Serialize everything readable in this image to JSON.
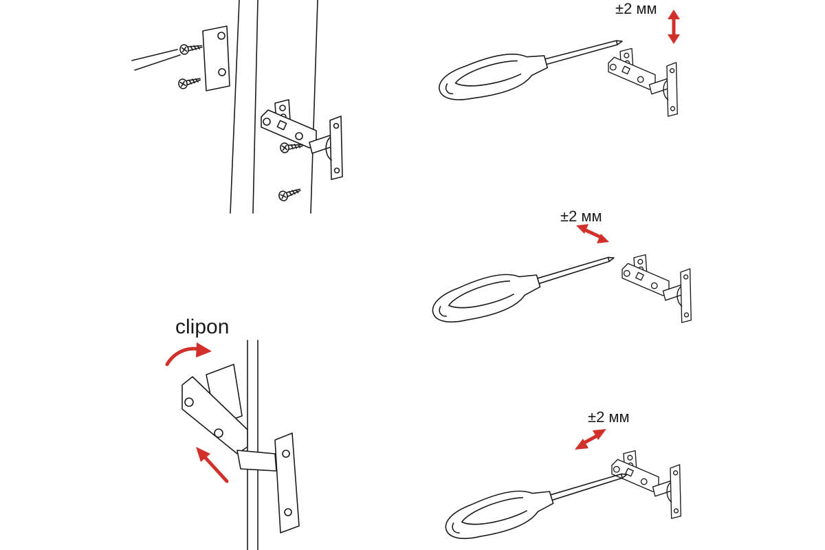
{
  "labels": {
    "adjust_vertical": "±2 мм",
    "adjust_depth": "±2 мм",
    "adjust_side": "±2 мм",
    "clipon": "clipon"
  },
  "colors": {
    "arrow": "#d2302a",
    "line": "#1a1a1a"
  }
}
